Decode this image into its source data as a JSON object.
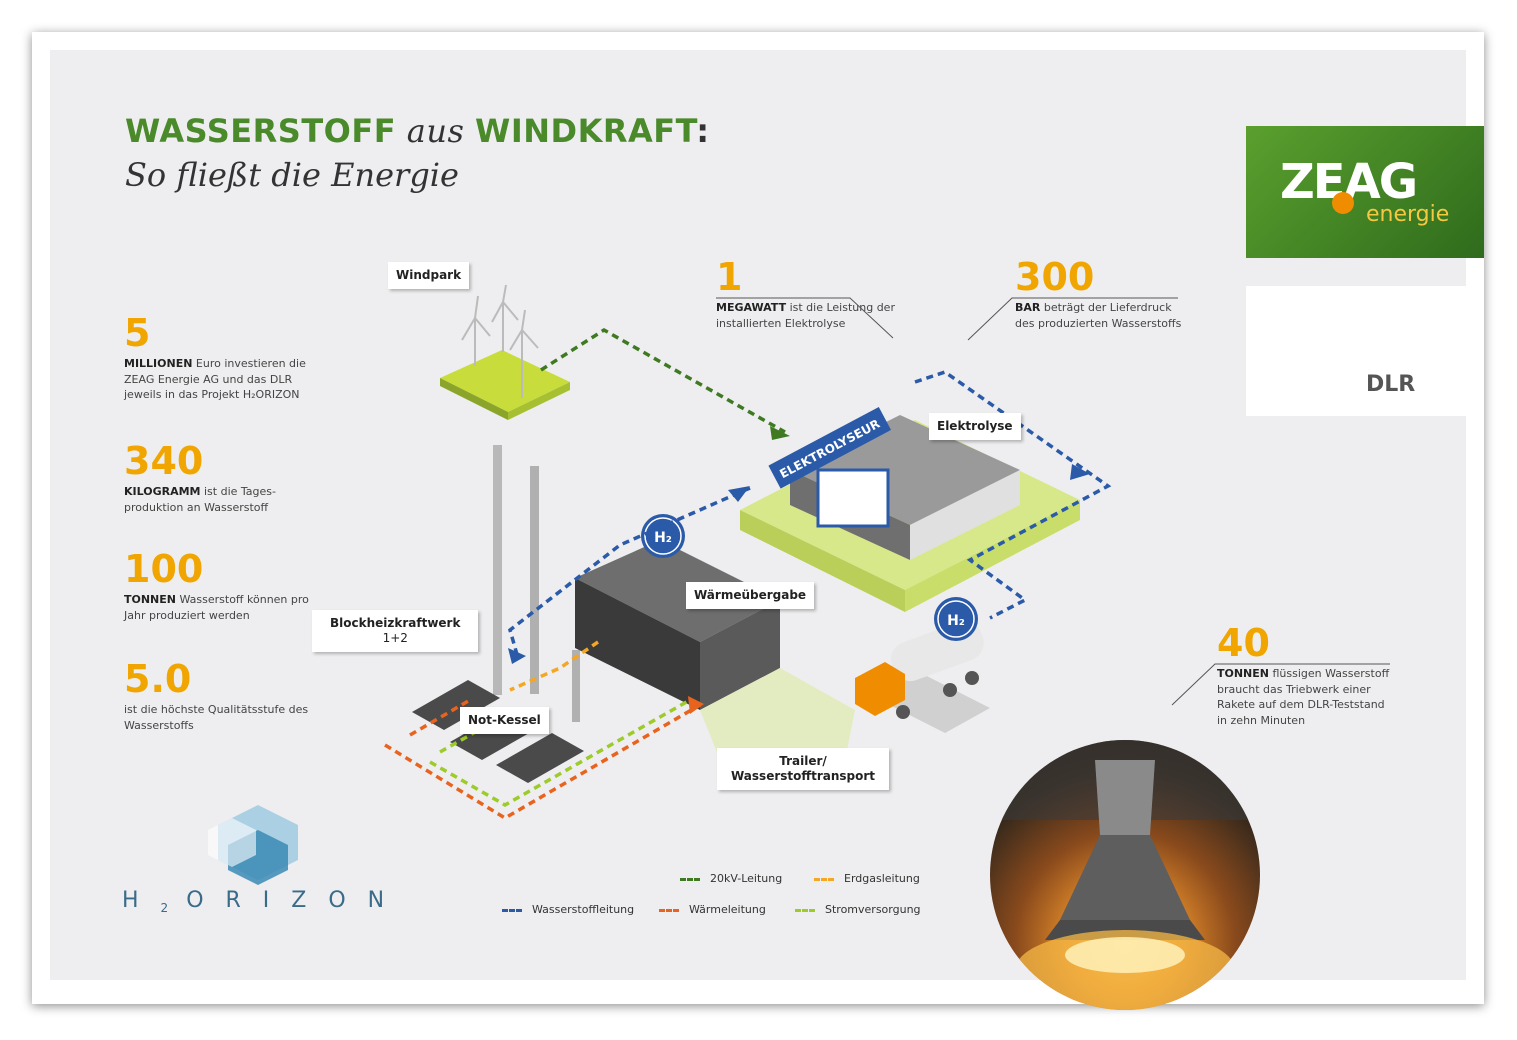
{
  "title": {
    "part1": "WASSERSTOFF",
    "part2": " aus ",
    "part3": "WINDKRAFT",
    "colon": ":",
    "subtitle": "So fließt die Energie"
  },
  "stats": [
    {
      "num": "5",
      "bold": "MILLIONEN",
      "text": " Euro investieren die ZEAG Energie AG und das DLR jeweils in das Projekt H₂ORIZON"
    },
    {
      "num": "340",
      "bold": "KILOGRAMM",
      "text": " ist die Tages-produktion an Wasserstoff"
    },
    {
      "num": "100",
      "bold": "TONNEN",
      "text": " Wasserstoff können pro Jahr produziert werden"
    },
    {
      "num": "5.0",
      "bold": "",
      "text": "ist die höchste Qualitätsstufe des Wasserstoffs"
    }
  ],
  "facts": {
    "megawatt": {
      "num": "1",
      "bold": "MEGAWATT",
      "text": " ist die Leistung der installierten Elektrolyse"
    },
    "bar": {
      "num": "300",
      "bold": "BAR",
      "text": " beträgt der Lieferdruck des produzierten Wasserstoffs"
    },
    "tonnen": {
      "num": "40",
      "bold": "TONNEN",
      "text": " flüssigen Wasserstoff braucht das Triebwerk einer Rakete auf dem DLR-Teststand in zehn Minuten"
    }
  },
  "labels": {
    "windpark": "Windpark",
    "elektrolyse": "Elektrolyse",
    "elektrolyseur": "ELEKTROLYSEUR",
    "waermeuebergabe": "Wärmeübergabe",
    "bhkw": "Blockheizkraftwerk",
    "bhkw_sub": "1+2",
    "notkessel": "Not-Kessel",
    "trailer_line1": "Trailer/",
    "trailer_line2": "Wasserstofftransport",
    "h2": "H₂"
  },
  "legend": [
    {
      "label": "20kV-Leitung",
      "color": "#3f7a22"
    },
    {
      "label": "Erdgasleitung",
      "color": "#f5a623"
    },
    {
      "label": "Wasserstoffleitung",
      "color": "#2a5aa8"
    },
    {
      "label": "Wärmeleitung",
      "color": "#e8641e"
    },
    {
      "label": "Stromversorgung",
      "color": "#9ccb2a"
    }
  ],
  "logos": {
    "zeag": "ZEAG",
    "zeag_sub": "energie",
    "dlr": "DLR",
    "horizon": "H₂ORIZON"
  },
  "horizon_letters": {
    "h": "H",
    "sub": "2",
    "rest": "ORIZON"
  },
  "colors": {
    "accent_orange": "#f0a500",
    "green": "#4a8a2a",
    "blue": "#2a5aa8",
    "panel": "#eeeef0"
  }
}
